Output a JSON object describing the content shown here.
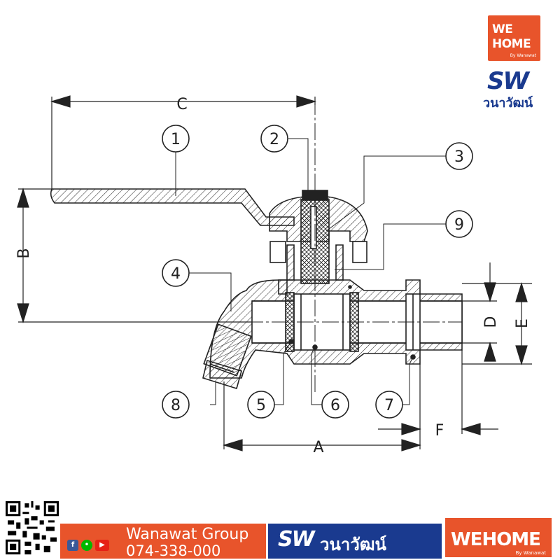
{
  "callouts": [
    "1",
    "2",
    "3",
    "4",
    "5",
    "6",
    "7",
    "8",
    "9"
  ],
  "dimensions": {
    "a": "A",
    "b": "B",
    "c": "C",
    "d": "D",
    "e": "E",
    "f": "F"
  },
  "logo_top": {
    "we": "WE",
    "home": "HOME",
    "by": "By Wanawat",
    "brand_mark": "SW",
    "brand_thai": "วนาวัฒน์"
  },
  "footer": {
    "company": "Wanawat Group",
    "phone": "074-338-000",
    "brand_mark": "SW",
    "brand_thai": "วนาวัฒน์",
    "wehome": "WEHOME",
    "wehome_by": "By Wanawat",
    "social_icons": [
      "facebook-icon",
      "line-icon",
      "youtube-icon"
    ]
  },
  "colors": {
    "orange": "#e8542b",
    "navy": "#1a3a8f",
    "line": "#222222"
  }
}
